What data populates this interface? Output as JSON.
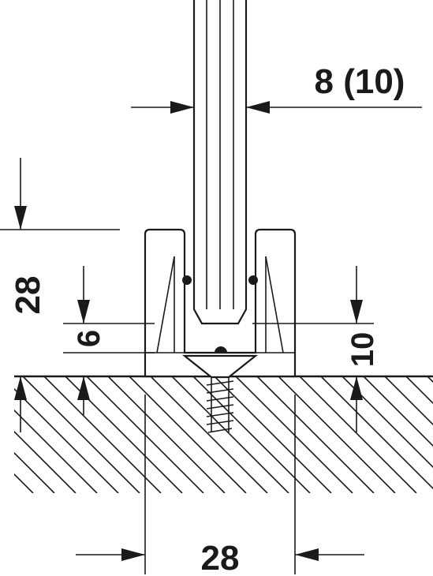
{
  "dimensions": {
    "panel_thickness": "8 (10)",
    "total_height": "28",
    "inner_height_left": "6",
    "inner_height_right": "10",
    "base_width": "28"
  }
}
